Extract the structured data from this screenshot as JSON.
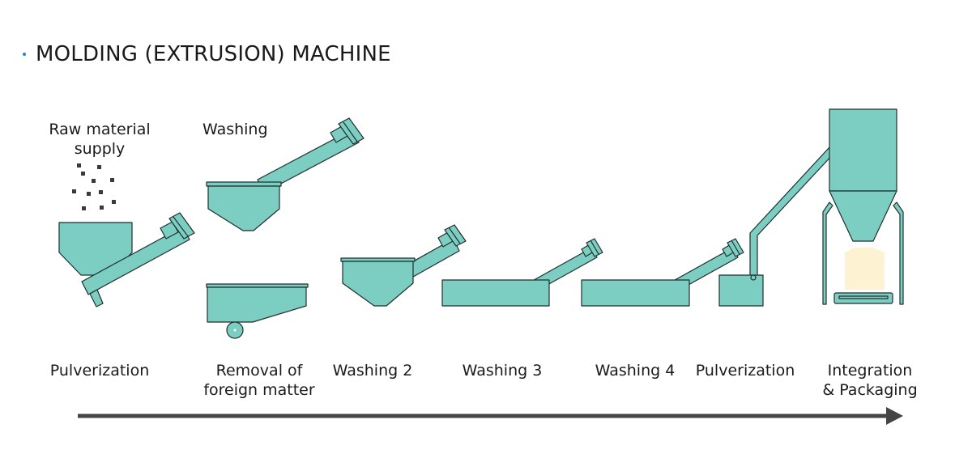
{
  "title": "MOLDING (EXTRUSION) MACHINE",
  "top_labels": {
    "raw_material": [
      "Raw material",
      "supply"
    ],
    "washing": "Washing"
  },
  "stages": [
    {
      "id": "pulverization-1",
      "lines": [
        "Pulverization"
      ]
    },
    {
      "id": "removal",
      "lines": [
        "Removal of",
        "foreign matter"
      ]
    },
    {
      "id": "washing-2",
      "lines": [
        "Washing 2"
      ]
    },
    {
      "id": "washing-3",
      "lines": [
        "Washing 3"
      ]
    },
    {
      "id": "washing-4",
      "lines": [
        "Washing 4"
      ]
    },
    {
      "id": "pulverization-2",
      "lines": [
        "Pulverization"
      ]
    },
    {
      "id": "integration",
      "lines": [
        "Integration",
        "& Packaging"
      ]
    }
  ],
  "colors": {
    "machine_fill": "#7ccdc2",
    "outline": "#1f2f2d",
    "particle": "#3a3a3a",
    "bag": "#fdf2d2",
    "arrow": "#454545",
    "bullet": "#1e88c8"
  }
}
